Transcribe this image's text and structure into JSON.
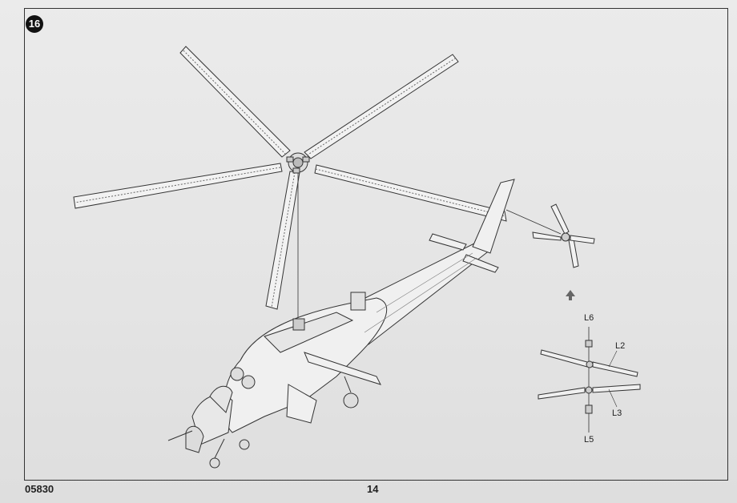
{
  "step": {
    "number": "16"
  },
  "footer": {
    "kit_code": "05830",
    "page_number": "14"
  },
  "parts": {
    "l6": "L6",
    "l2": "L2",
    "l3": "L3",
    "l5": "L5"
  },
  "icons": {
    "arrow": "up-arrow-icon"
  }
}
